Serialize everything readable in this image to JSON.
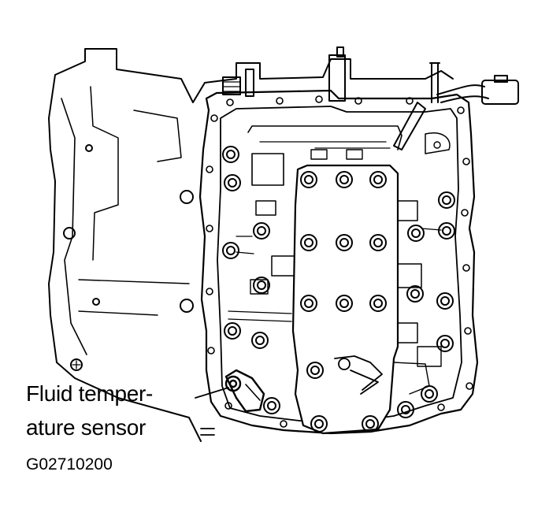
{
  "diagram": {
    "callout": {
      "line1": "Fluid temper-",
      "line2": "ature sensor"
    },
    "figure_code": "G02710200"
  },
  "colors": {
    "ink": "#000000",
    "paper": "#ffffff"
  }
}
